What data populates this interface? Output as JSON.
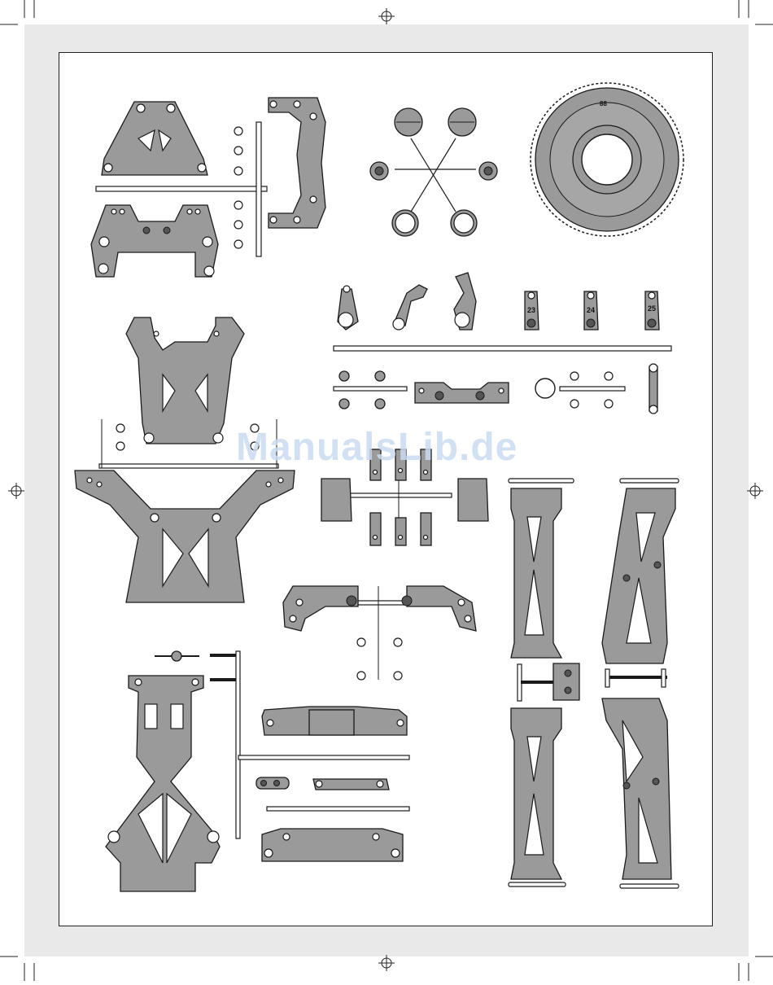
{
  "watermark": "ManualsLib.de",
  "gear_label": "88",
  "part_numbers": [
    "23",
    "24",
    "25"
  ],
  "colors": {
    "margin_gray": "#e9e9e9",
    "part_fill": "#9a9a9a",
    "part_stroke": "#1a1a1a",
    "watermark": "#c9dcf1"
  }
}
